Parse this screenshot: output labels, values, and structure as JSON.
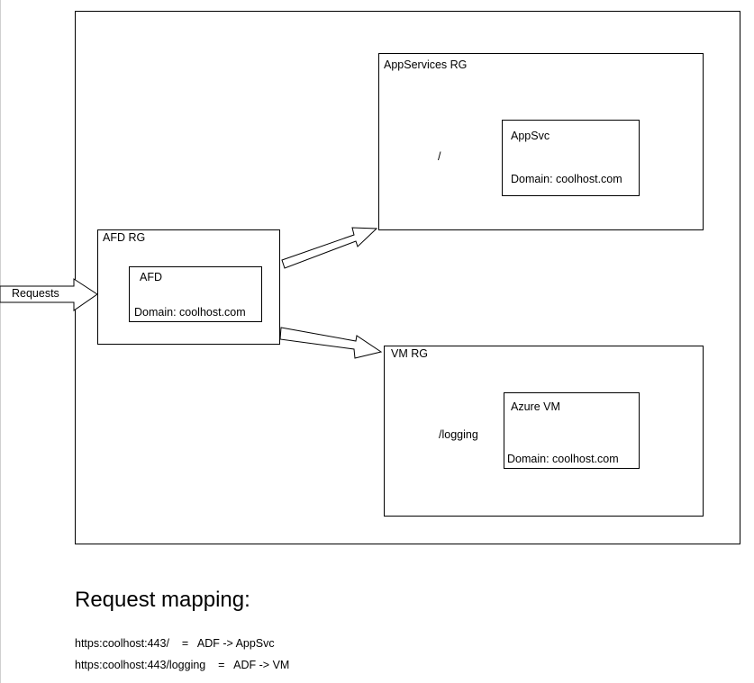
{
  "diagram": {
    "requests_label": "Requests",
    "afd_rg": {
      "title": "AFD RG",
      "inner_title": "AFD",
      "inner_domain": "Domain: coolhost.com"
    },
    "appservices_rg": {
      "title": "AppServices RG",
      "path": "/",
      "inner_title": "AppSvc",
      "inner_domain": "Domain: coolhost.com"
    },
    "vm_rg": {
      "title": "VM RG",
      "path": "/logging",
      "inner_title": "Azure VM",
      "inner_domain": "Domain: coolhost.com"
    }
  },
  "mapping": {
    "heading": "Request mapping:",
    "lines": [
      "https:coolhost:443/    =   ADF -> AppSvc",
      "https:coolhost:443/logging    =   ADF -> VM"
    ]
  }
}
